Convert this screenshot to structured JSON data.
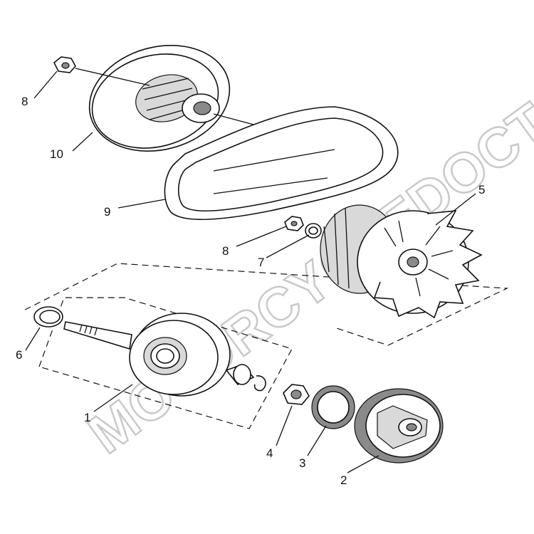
{
  "callouts": [
    {
      "id": "1",
      "label": "1"
    },
    {
      "id": "2",
      "label": "2"
    },
    {
      "id": "3",
      "label": "3"
    },
    {
      "id": "4",
      "label": "4"
    },
    {
      "id": "5",
      "label": "5"
    },
    {
      "id": "6",
      "label": "6"
    },
    {
      "id": "7",
      "label": "7"
    },
    {
      "id": "8a",
      "label": "8"
    },
    {
      "id": "8b",
      "label": "8"
    },
    {
      "id": "9",
      "label": "9"
    },
    {
      "id": "10",
      "label": "10"
    }
  ],
  "watermark": "MOTORCYCLEDOCTOR"
}
